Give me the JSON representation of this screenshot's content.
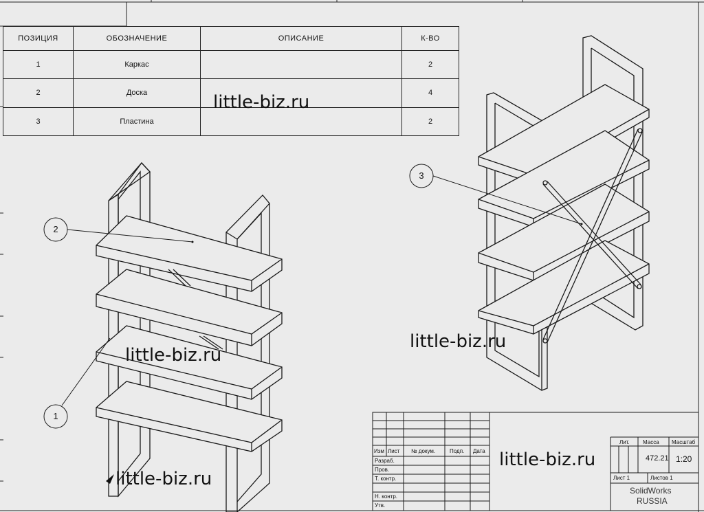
{
  "bom": {
    "headers": [
      "ПОЗИЦИЯ",
      "ОБОЗНАЧЕНИЕ",
      "ОПИСАНИЕ",
      "К-ВО"
    ],
    "rows": [
      {
        "pos": "1",
        "name": "Каркас",
        "desc": "",
        "qty": "2"
      },
      {
        "pos": "2",
        "name": "Доска",
        "desc": "",
        "qty": "4"
      },
      {
        "pos": "3",
        "name": "Пластина",
        "desc": "",
        "qty": "2"
      }
    ]
  },
  "watermarks": [
    "little-biz.ru",
    "little-biz.ru",
    "little-biz.ru",
    "little-biz.ru",
    "little-biz.ru"
  ],
  "balloons": [
    "1",
    "2",
    "3"
  ],
  "title_block": {
    "rev_headers": [
      "Изм",
      "Лист",
      "№ докум.",
      "Подп.",
      "Дата"
    ],
    "roles": [
      "Разраб.",
      "Пров.",
      "Т. контр.",
      "Н. контр.",
      "Утв."
    ],
    "lit_label": "Лит.",
    "mass_label": "Масса",
    "scale_label": "Масштаб",
    "mass_value": "472.21",
    "scale_value": "1:20",
    "sheet_label": "Лист 1",
    "sheets_label": "Листов 1",
    "company_line1": "SolidWorks",
    "company_line2": "RUSSIA"
  },
  "colors": {
    "paper": "#ebebeb",
    "line": "#1a1a1a"
  }
}
